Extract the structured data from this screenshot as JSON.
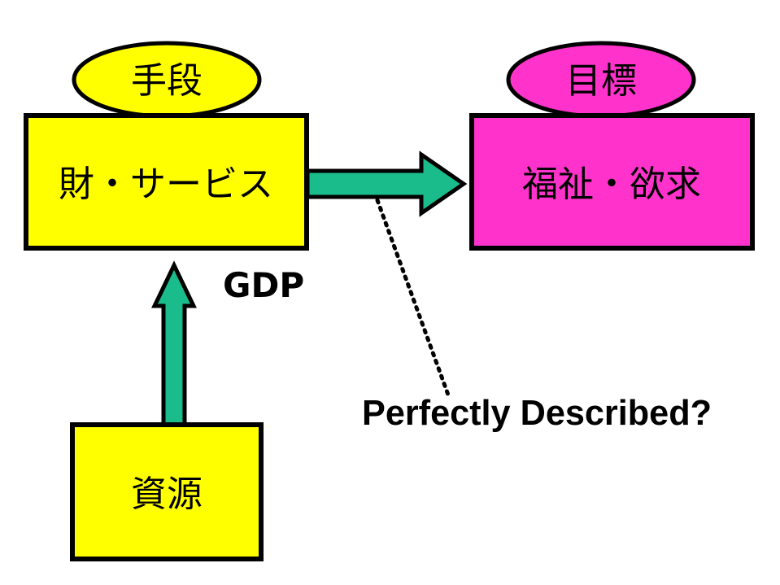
{
  "nodes": {
    "means": {
      "label": "手段"
    },
    "goal": {
      "label": "目標"
    },
    "goods_services": {
      "label": "財・サービス"
    },
    "welfare_desire": {
      "label": "福祉・欲求"
    },
    "resources": {
      "label": "資源"
    }
  },
  "annotations": {
    "gdp": "GDP",
    "question": "Perfectly Described?"
  },
  "colors": {
    "yellow": "#ffff00",
    "magenta": "#ff33cc",
    "arrow_fill": "#1abc8c",
    "stroke": "#000000"
  }
}
